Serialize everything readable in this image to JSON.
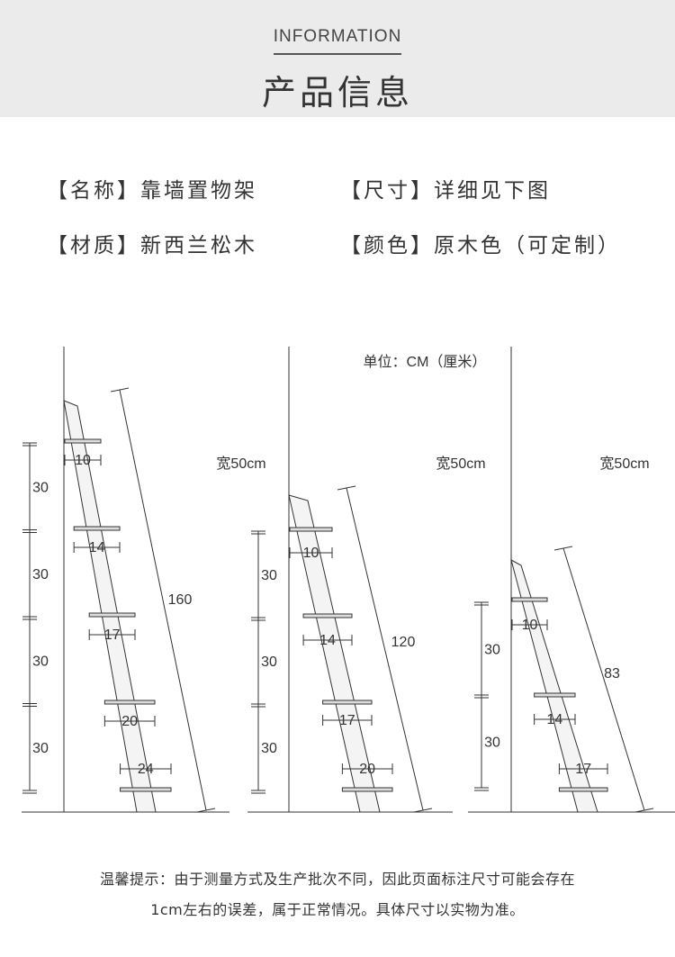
{
  "header": {
    "eyebrow": "INFORMATION",
    "title": "产品信息"
  },
  "specs": {
    "name_label": "【名称】",
    "name_value": "靠墙置物架",
    "size_label": "【尺寸】",
    "size_value": "详细见下图",
    "material_label": "【材质】",
    "material_value": "新西兰松木",
    "color_label": "【颜色】",
    "color_value": "原木色（可定制）"
  },
  "diagram": {
    "unit": "单位：CM（厘米）",
    "ladders": [
      {
        "width": "宽50cm",
        "height": "160",
        "gaps": [
          "30",
          "30",
          "30",
          "30"
        ],
        "shelves": [
          "10",
          "14",
          "17",
          "20",
          "24"
        ]
      },
      {
        "width": "宽50cm",
        "height": "120",
        "gaps": [
          "30",
          "30",
          "30"
        ],
        "shelves": [
          "10",
          "14",
          "17",
          "20"
        ]
      },
      {
        "width": "宽50cm",
        "height": "83",
        "gaps": [
          "30",
          "30"
        ],
        "shelves": [
          "10",
          "14",
          "17"
        ]
      }
    ]
  },
  "note": {
    "line1": "温馨提示：由于测量方式及生产批次不同，因此页面标注尺寸可能会存在",
    "line2": "1cm左右的误差，属于正常情况。具体尺寸以实物为准。"
  }
}
